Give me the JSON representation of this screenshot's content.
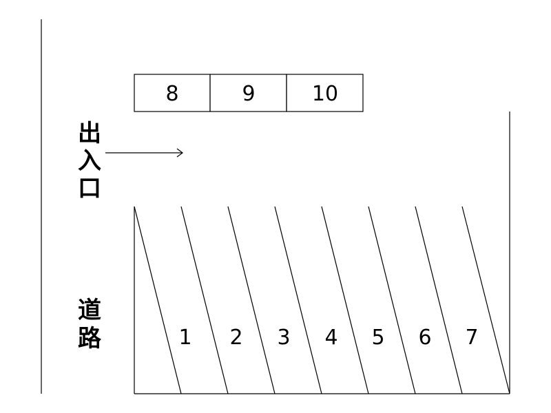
{
  "entrance": {
    "label_chars": [
      "出",
      "入",
      "口"
    ]
  },
  "road": {
    "label_chars": [
      "道",
      "路"
    ]
  },
  "top_spaces": [
    {
      "number": "8"
    },
    {
      "number": "9"
    },
    {
      "number": "10"
    }
  ],
  "angled_spaces": [
    {
      "number": "1"
    },
    {
      "number": "2"
    },
    {
      "number": "3"
    },
    {
      "number": "4"
    },
    {
      "number": "5"
    },
    {
      "number": "6"
    },
    {
      "number": "7"
    }
  ]
}
